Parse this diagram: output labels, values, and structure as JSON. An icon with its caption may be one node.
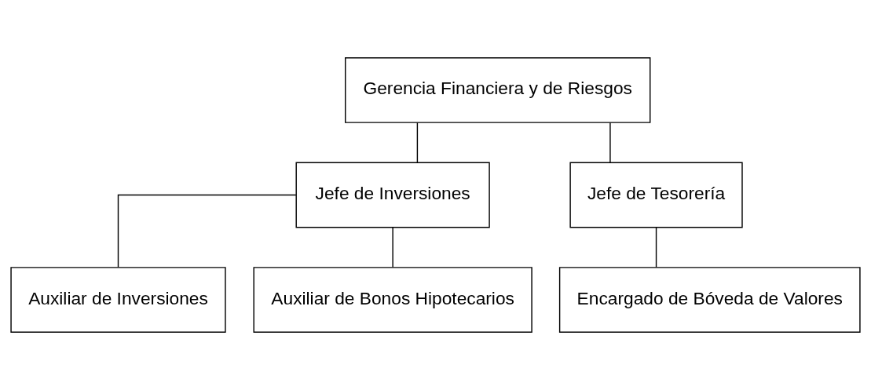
{
  "diagram": {
    "nodes": [
      {
        "text": [
          "Gerencia Financiera y de Riesgos"
        ]
      },
      {
        "text": [
          "Jefe de Inversiones"
        ]
      },
      {
        "text": [
          "Jefe de Tesorería"
        ]
      },
      {
        "text": [
          "Auxiliar de Inversiones"
        ]
      },
      {
        "text": [
          "Auxiliar de Bonos Hipotecarios"
        ]
      },
      {
        "text": [
          "Encargado de Bóveda de Valores"
        ]
      }
    ],
    "edges": [
      {
        "from": 0,
        "to": 1,
        "arrow": "none"
      },
      {
        "from": 0,
        "to": 2,
        "arrow": "none"
      },
      {
        "from": 1,
        "to": 3,
        "arrow": "none"
      },
      {
        "from": 1,
        "to": 4,
        "arrow": "none"
      },
      {
        "from": 2,
        "to": 5,
        "arrow": "none"
      }
    ]
  }
}
